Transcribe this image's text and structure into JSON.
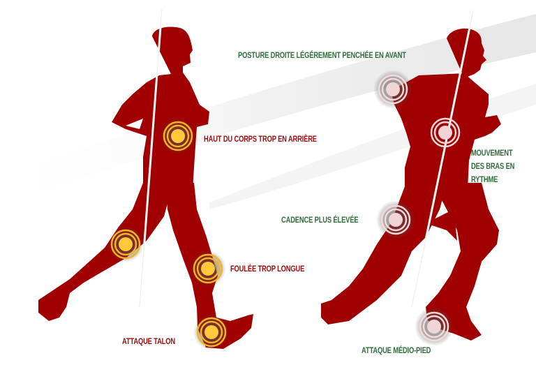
{
  "figure": {
    "title": "Running form comparison: incorrect vs correct technique",
    "colors": {
      "silhouette": "#a00000",
      "wrong_label": "#9a0c0c",
      "right_label": "#2f6b3b",
      "wrong_marker_fill": "#fdc83a",
      "wrong_marker_ring": "#f3b51f",
      "right_marker_fill": "#f0d4d6",
      "right_marker_ring": "#f6d9da",
      "axis_line": "#ffffff"
    },
    "left_runner": {
      "role": "incorrect-form",
      "labels": [
        {
          "id": "upper-body",
          "text": "HAUT DU CORPS TROP EN ARRIÈRE"
        },
        {
          "id": "stride",
          "text": "FOULÉE TROP LONGUE"
        },
        {
          "id": "heel-strike",
          "text": "ATTAQUE TALON"
        }
      ],
      "markers": [
        "hip",
        "back-knee",
        "front-knee",
        "heel"
      ]
    },
    "right_runner": {
      "role": "correct-form",
      "labels": [
        {
          "id": "posture",
          "text": "POSTURE DROITE LÉGÉREMENT PENCHÉE EN AVANT"
        },
        {
          "id": "arms",
          "text": "MOUVEMENT\nDES BRAS EN\nRYTHME"
        },
        {
          "id": "cadence",
          "text": "CADENCE PLUS ÉLEVÉE"
        },
        {
          "id": "midfoot",
          "text": "ATTAQUE MÉDIO-PIED"
        }
      ],
      "markers": [
        "shoulder",
        "hip",
        "knee",
        "midfoot"
      ]
    }
  }
}
